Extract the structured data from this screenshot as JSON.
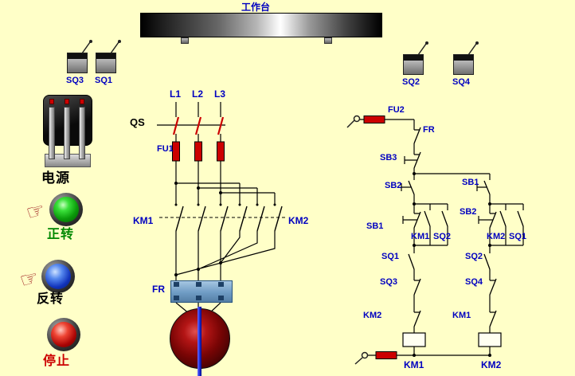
{
  "colors": {
    "background": "#FFFFC8",
    "label_blue": "#0000C0",
    "fuse_red": "#CC0000",
    "forward_green": "#008800",
    "stop_red": "#CC0000",
    "fr_box_blue": "#6F9CC4",
    "motor_red": "#7A0505",
    "shaft_blue": "#2233DD"
  },
  "workbench": {
    "label": "工作台"
  },
  "devices": {
    "sq3": "SQ3",
    "sq1": "SQ1",
    "sq2": "SQ2",
    "sq4": "SQ4"
  },
  "panel": {
    "power": "电源",
    "forward": "正转",
    "reverse": "反转",
    "stop": "停止"
  },
  "main_circuit": {
    "l1": "L1",
    "l2": "L2",
    "l3": "L3",
    "qs": "QS",
    "fu1": "FU1",
    "km1": "KM1",
    "km2": "KM2",
    "fr": "FR"
  },
  "control_circuit": {
    "fu2": "FU2",
    "fr": "FR",
    "sb3": "SB3",
    "left": {
      "sb2": "SB2",
      "sb1": "SB1",
      "km1_aux": "KM1",
      "sq2_aux": "SQ2",
      "sq1": "SQ1",
      "sq3": "SQ3",
      "km2_interlock": "KM2",
      "coil": "KM1"
    },
    "right": {
      "sb1": "SB1",
      "sb2": "SB2",
      "km2_aux": "KM2",
      "sq1_aux": "SQ1",
      "sq2": "SQ2",
      "sq4": "SQ4",
      "km1_interlock": "KM1",
      "coil": "KM2"
    }
  }
}
